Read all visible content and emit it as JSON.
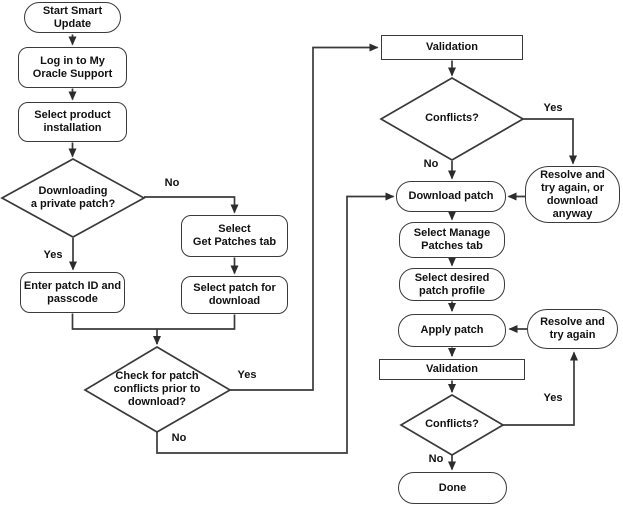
{
  "nodes": {
    "start": "Start Smart\nUpdate",
    "login": "Log in to My\nOracle Support",
    "select_product": "Select product\ninstallation",
    "private_patch_q": "Downloading\na private patch?",
    "enter_patch_id": "Enter patch ID and\npasscode",
    "get_patches_tab": "Select\nGet Patches tab",
    "select_patch": "Select patch for\ndownload",
    "check_conflicts_q": "Check for patch\nconflicts prior to\ndownload?",
    "validation_top": "Validation",
    "conflicts_top_q": "Conflicts?",
    "download_patch": "Download patch",
    "resolve_download": "Resolve and\ntry again, or\ndownload\nanyway",
    "manage_patches_tab": "Select Manage\nPatches tab",
    "patch_profile": "Select desired\npatch profile",
    "apply_patch": "Apply patch",
    "resolve_try_again": "Resolve and\ntry again",
    "validation_bottom": "Validation",
    "conflicts_bottom_q": "Conflicts?",
    "done": "Done"
  },
  "edge_labels": {
    "private_no": "No",
    "private_yes": "Yes",
    "check_yes": "Yes",
    "check_no": "No",
    "conflicts_top_yes": "Yes",
    "conflicts_top_no": "No",
    "conflicts_bottom_yes": "Yes",
    "conflicts_bottom_no": "No"
  },
  "colors": {
    "background": "#ffffff",
    "stroke": "#3a3a3a",
    "text": "#111111"
  }
}
